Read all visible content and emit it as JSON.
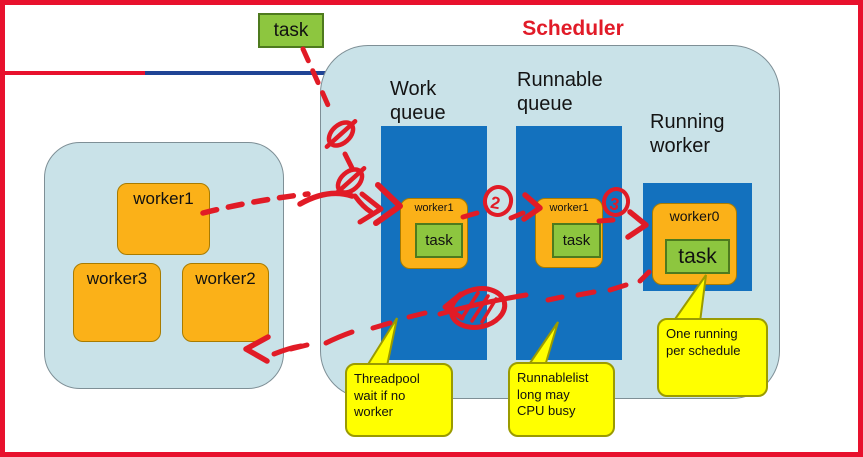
{
  "title": "Scheduler",
  "incoming_task": {
    "label": "task"
  },
  "thread_pool": {
    "worker1": "worker1",
    "worker3": "worker3",
    "worker2": "worker2"
  },
  "scheduler": {
    "work_queue": {
      "title": "Work queue",
      "worker_label": "worker1",
      "task_label": "task"
    },
    "runnable_queue": {
      "title": "Runnable queue",
      "worker_label": "worker1",
      "task_label": "task"
    },
    "running_worker": {
      "title": "Running worker",
      "worker_label": "worker0",
      "task_label": "task"
    }
  },
  "callouts": {
    "threadpool": {
      "lines": [
        "Threadpool",
        "wait if no",
        "worker"
      ]
    },
    "runnable": {
      "lines": [
        "Runnablelist",
        "long may",
        "CPU busy"
      ]
    },
    "running": {
      "lines": [
        "One running",
        "per schedule"
      ]
    }
  },
  "annotations": {
    "step2": "2",
    "step3": "3"
  },
  "colors": {
    "frame_red": "#e8112d",
    "annotation_red": "#e11b26",
    "panel_blue": "#c9e2e8",
    "column_blue": "#1371be",
    "worker_orange": "#fbb118",
    "task_green": "#8dc63f",
    "callout_yellow": "#ffff00",
    "wire_navy": "#1f4495"
  }
}
